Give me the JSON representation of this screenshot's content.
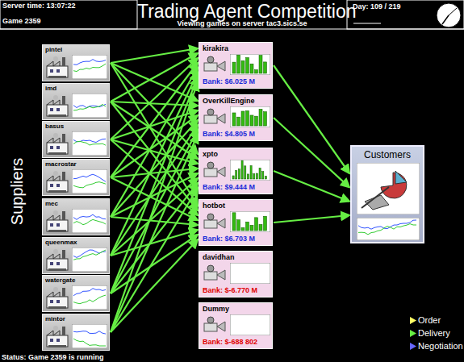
{
  "diagram": {
    "title": "Trading Agent Competition",
    "nodes": [
      {
        "text": [
          "pintel"
        ]
      },
      {
        "text": [
          "imd"
        ]
      },
      {
        "text": [
          "basus"
        ]
      },
      {
        "text": [
          "macrostar"
        ]
      },
      {
        "text": [
          "mec"
        ]
      },
      {
        "text": [
          "queenmax"
        ]
      },
      {
        "text": [
          "watergate"
        ]
      },
      {
        "text": [
          "mintor"
        ]
      },
      {
        "text": [
          "kirakira",
          "Bank: $6.025 M"
        ]
      },
      {
        "text": [
          "OverKillEngine",
          "Bank: $4.805 M"
        ]
      },
      {
        "text": [
          "xpto",
          "Bank: $9.444 M"
        ]
      },
      {
        "text": [
          "hotbot",
          "Bank: $6.703 M"
        ]
      },
      {
        "text": [
          "davidhan",
          "Bank: $-6.770 M"
        ]
      },
      {
        "text": [
          "Dummy",
          "Bank: $-688 802"
        ]
      },
      {
        "text": [
          "Customers"
        ]
      }
    ],
    "edges": [
      {
        "from": 0,
        "to": 8,
        "arrow": "to"
      },
      {
        "from": 0,
        "to": 9,
        "arrow": "to"
      },
      {
        "from": 0,
        "to": 10,
        "arrow": "to"
      },
      {
        "from": 0,
        "to": 11,
        "arrow": "to"
      },
      {
        "from": 1,
        "to": 8,
        "arrow": "to"
      },
      {
        "from": 1,
        "to": 9,
        "arrow": "to"
      },
      {
        "from": 1,
        "to": 10,
        "arrow": "to"
      },
      {
        "from": 1,
        "to": 11,
        "arrow": "to"
      },
      {
        "from": 2,
        "to": 8,
        "arrow": "to"
      },
      {
        "from": 2,
        "to": 9,
        "arrow": "to"
      },
      {
        "from": 2,
        "to": 10,
        "arrow": "to"
      },
      {
        "from": 2,
        "to": 11,
        "arrow": "to"
      },
      {
        "from": 3,
        "to": 8,
        "arrow": "to"
      },
      {
        "from": 3,
        "to": 9,
        "arrow": "to"
      },
      {
        "from": 3,
        "to": 10,
        "arrow": "to"
      },
      {
        "from": 3,
        "to": 11,
        "arrow": "to"
      },
      {
        "from": 4,
        "to": 8,
        "arrow": "to"
      },
      {
        "from": 4,
        "to": 9,
        "arrow": "to"
      },
      {
        "from": 4,
        "to": 10,
        "arrow": "to"
      },
      {
        "from": 4,
        "to": 11,
        "arrow": "to"
      },
      {
        "from": 5,
        "to": 8,
        "arrow": "to"
      },
      {
        "from": 5,
        "to": 9,
        "arrow": "to"
      },
      {
        "from": 5,
        "to": 10,
        "arrow": "to"
      },
      {
        "from": 5,
        "to": 11,
        "arrow": "to"
      },
      {
        "from": 6,
        "to": 8,
        "arrow": "to"
      },
      {
        "from": 6,
        "to": 9,
        "arrow": "to"
      },
      {
        "from": 6,
        "to": 10,
        "arrow": "to"
      },
      {
        "from": 6,
        "to": 11,
        "arrow": "to"
      },
      {
        "from": 7,
        "to": 8,
        "arrow": "to"
      },
      {
        "from": 7,
        "to": 9,
        "arrow": "to"
      },
      {
        "from": 7,
        "to": 10,
        "arrow": "to"
      },
      {
        "from": 7,
        "to": 11,
        "arrow": "to"
      },
      {
        "from": 8,
        "to": 14,
        "arrow": "to"
      },
      {
        "from": 9,
        "to": 14,
        "arrow": "to"
      },
      {
        "from": 10,
        "to": 14,
        "arrow": "to"
      },
      {
        "from": 11,
        "to": 14,
        "arrow": "to"
      }
    ],
    "labels": [
      "Server time: 13:07:22",
      "Game 2359",
      "Viewing games on server tac3.sics.se",
      "Day: 109 / 219",
      "Suppliers",
      "Status: Game 2359 is running"
    ],
    "legend": [
      {
        "text": "Order",
        "color": "#ffff66"
      },
      {
        "text": "Delivery",
        "color": "#66ee44"
      },
      {
        "text": "Negotiation",
        "color": "#6666ff"
      }
    ]
  }
}
